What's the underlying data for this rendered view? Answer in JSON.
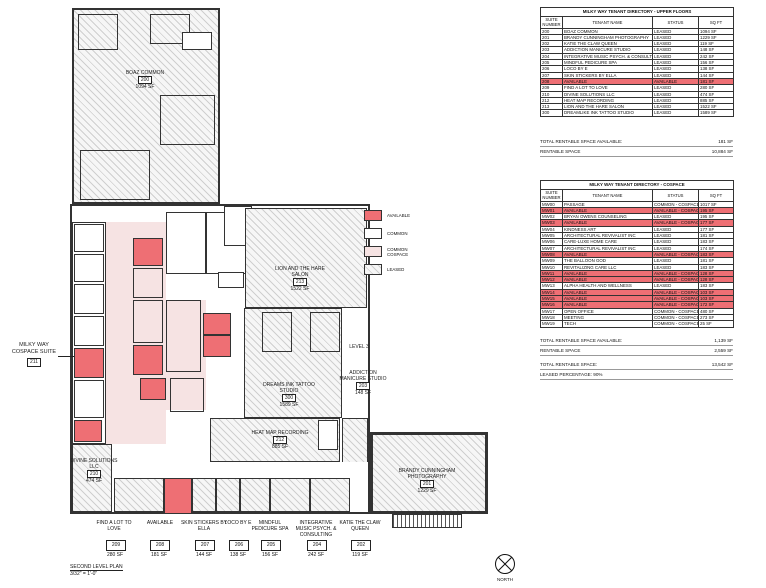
{
  "colors": {
    "available": "#ee6f74",
    "common": "#ffffff",
    "cospace": "#f6e3e3"
  },
  "plan": {
    "title": "SECOND LEVEL PLAN",
    "scale": "3/32\" = 1'-0\"",
    "north": "NORTH",
    "level_marker": "LEVEL 3",
    "suite_cospace": {
      "name": "MILKY WAY COSPACE SUITE",
      "num": "211"
    },
    "rooms": {
      "boaz": {
        "name": "BOAZ COMMON",
        "num": "200",
        "sf": "1094 SF"
      },
      "lion": {
        "name": "LION AND THE HARE SALON",
        "num": "213",
        "sf": "1522 SF"
      },
      "dream": {
        "name": "DREAMS INK TATTOO STUDIO",
        "num": "300",
        "sf": "1589 SF"
      },
      "addiction": {
        "name": "ADDICTION MANICURE STUDIO",
        "num": "203",
        "sf": "148 SF"
      },
      "heatmap": {
        "name": "HEAT MAP RECORDING",
        "num": "212",
        "sf": "885 SF"
      },
      "divine": {
        "name": "DIVINE SOLUTIONS LLC",
        "num": "210",
        "sf": "474 SF"
      },
      "brandy": {
        "name": "BRANDY CUNNINGHAM PHOTOGRAPHY",
        "num": "201",
        "sf": "1229 SF"
      }
    },
    "bottom": [
      {
        "name": "FIND A LOT TO LOVE",
        "num": "209",
        "sf": "280 SF"
      },
      {
        "name": "AVAILABLE",
        "num": "208",
        "sf": "181 SF"
      },
      {
        "name": "SKIN STICKERS BY ELLA",
        "num": "207",
        "sf": "144 SF"
      },
      {
        "name": "LOCO BY E",
        "num": "206",
        "sf": "138 SF"
      },
      {
        "name": "MINDFUL PEDICURE SPA",
        "num": "205",
        "sf": "156 SF"
      },
      {
        "name": "INTEGRATIVE MUSIC PSYCH. & CONSULTING",
        "num": "204",
        "sf": "242 SF"
      },
      {
        "name": "KATIE THE CLAW QUEEN",
        "num": "202",
        "sf": "119 SF"
      }
    ]
  },
  "legend": [
    {
      "label": "AVAILABLE",
      "kind": "available"
    },
    {
      "label": "COMMON",
      "kind": "common"
    },
    {
      "label": "COMMON COSPACE",
      "kind": "cospace"
    },
    {
      "label": "LEASED",
      "kind": "leased"
    }
  ],
  "upper": {
    "title": "MILKY WAY TENANT DIRECTORY - UPPER FLOORS",
    "headers": [
      "SUITE NUMBER",
      "TENANT NAME",
      "STATUS",
      "SQ FT"
    ],
    "rows": [
      [
        "200",
        "BOAZ COMMON",
        "LEASED",
        "1094 SF"
      ],
      [
        "201",
        "BRANDY CUNNINGHAM PHOTOGRAPHY",
        "LEASED",
        "1229 SF"
      ],
      [
        "202",
        "KATIE THE CLAW QUEEN",
        "LEASED",
        "119 SF"
      ],
      [
        "203",
        "ADDICTION MANICURE STUDIO",
        "LEASED",
        "148 SF"
      ],
      [
        "204",
        "INTEGRATIVE MUSIC PSYCH. & CONSULTING",
        "LEASED",
        "242 SF"
      ],
      [
        "205",
        "MINDFUL PEDICURE SPA",
        "LEASED",
        "156 SF"
      ],
      [
        "206",
        "LOCO BY E",
        "LEASED",
        "138 SF"
      ],
      [
        "207",
        "SKIN STICKERS BY ELLA",
        "LEASED",
        "144 SF"
      ],
      [
        "208",
        "AVAILABLE",
        "AVAILABLE",
        "181 SF"
      ],
      [
        "209",
        "FIND A LOT TO LOVE",
        "LEASED",
        "280 SF"
      ],
      [
        "210",
        "DIVINE SOLUTIONS LLC",
        "LEASED",
        "474 SF"
      ],
      [
        "212",
        "HEAT MAP RECORDING",
        "LEASED",
        "885 SF"
      ],
      [
        "213",
        "LION AND THE HARE SALON",
        "LEASED",
        "1522 SF"
      ],
      [
        "300",
        "DREAMLIKE INK TATTOO STUDIO",
        "LEASED",
        "1589 SF"
      ]
    ],
    "summary": [
      {
        "label": "TOTAL RENTABLE SPACE AVAILABLE:",
        "value": "181 SF"
      },
      {
        "label": "RENTABLE SPACE",
        "value": "10,884 SF"
      }
    ]
  },
  "cospace": {
    "title": "MILKY WAY TENANT DIRECTORY - COSPACE",
    "headers": [
      "SUITE NUMBER",
      "TENANT NAME",
      "STATUS",
      "SQ FT"
    ],
    "rows": [
      [
        "MW00",
        "PASSAGE",
        "COMMON - COSPACE",
        "1017 SF"
      ],
      [
        "MW01",
        "AVAILABLE",
        "AVAILABLE - COSPACE",
        "195 SF"
      ],
      [
        "MW02",
        "BRYAN OWENS COUNSELING",
        "LEASED",
        "195 SF"
      ],
      [
        "MW03",
        "AVAILABLE",
        "AVAILABLE - COSPACE",
        "177 SF"
      ],
      [
        "MW04",
        "KINDNESS ART",
        "LEASED",
        "177 SF"
      ],
      [
        "MW05",
        "ARCHITECTURAL REVIVALIST INC",
        "LEASED",
        "181 SF"
      ],
      [
        "MW06",
        "CARE-LUXE HOME CARE",
        "LEASED",
        "183 SF"
      ],
      [
        "MW07",
        "ARCHITECTURAL REVIVALIST INC",
        "LEASED",
        "174 SF"
      ],
      [
        "MW08",
        "AVAILABLE",
        "AVAILABLE - COSPACE",
        "183 SF"
      ],
      [
        "MW09",
        "THE BALLOON GOD",
        "LEASED",
        "181 SF"
      ],
      [
        "MW10",
        "REVITALIZING CARE LLC",
        "LEASED",
        "183 SF"
      ],
      [
        "MW11",
        "AVAILABLE",
        "AVAILABLE - COSPACE",
        "128 SF"
      ],
      [
        "MW12",
        "AVAILABLE",
        "AVAILABLE - COSPACE",
        "128 SF"
      ],
      [
        "MW13",
        "ALPHA HEALTH AND WELLNESS",
        "LEASED",
        "183 SF"
      ],
      [
        "MW14",
        "AVAILABLE",
        "AVAILABLE - COSPACE",
        "103 SF"
      ],
      [
        "MW15",
        "AVAILABLE",
        "AVAILABLE - COSPACE",
        "103 SF"
      ],
      [
        "MW16",
        "AVAILABLE",
        "AVAILABLE - COSPACE",
        "172 SF"
      ],
      [
        "MW17",
        "OPEN OFFICE",
        "COMMON - COSPACE",
        "480 SF"
      ],
      [
        "MW18",
        "MEETING",
        "COMMON - COSPACE",
        "273 SF"
      ],
      [
        "MW19",
        "TECH",
        "COMMON - COSPACE",
        "25 SF"
      ]
    ],
    "summary": [
      {
        "label": "TOTAL RENTABLE SPACE AVAILABLE:",
        "value": "1,139 SF"
      },
      {
        "label": "RENTABLE SPACE",
        "value": "2,559 SF"
      },
      {
        "label": "TOTAL RENTABLE SPACE:",
        "value": "13,542 SF"
      },
      {
        "label": "LEASED PERCENTAGE: 90%",
        "value": ""
      }
    ]
  }
}
